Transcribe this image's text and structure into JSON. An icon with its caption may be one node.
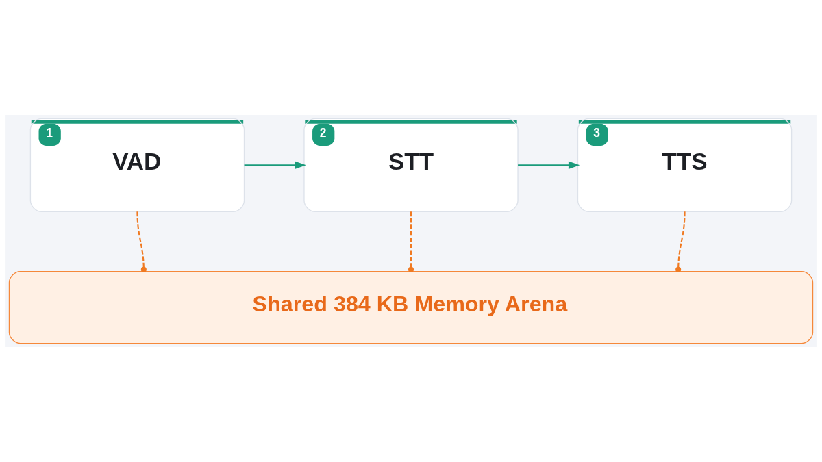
{
  "diagram": {
    "nodes": [
      {
        "text": [
          "1",
          "VAD"
        ]
      },
      {
        "text": [
          "2",
          "STT"
        ]
      },
      {
        "text": [
          "3",
          "TTS"
        ]
      },
      {
        "text": [
          "Shared 384 KB Memory Arena"
        ]
      }
    ],
    "edges": [
      {
        "from": 0,
        "to": 1,
        "arrow": "to",
        "color": "#1a9b7b"
      },
      {
        "from": 1,
        "to": 2,
        "arrow": "to",
        "color": "#1a9b7b"
      },
      {
        "from": 0,
        "to": 3,
        "arrow": "other",
        "style": "dashed",
        "color": "#f07a22"
      },
      {
        "from": 1,
        "to": 3,
        "arrow": "other",
        "style": "dashed",
        "color": "#f07a22"
      },
      {
        "from": 2,
        "to": 3,
        "arrow": "other",
        "style": "dashed",
        "color": "#f07a22"
      }
    ]
  }
}
